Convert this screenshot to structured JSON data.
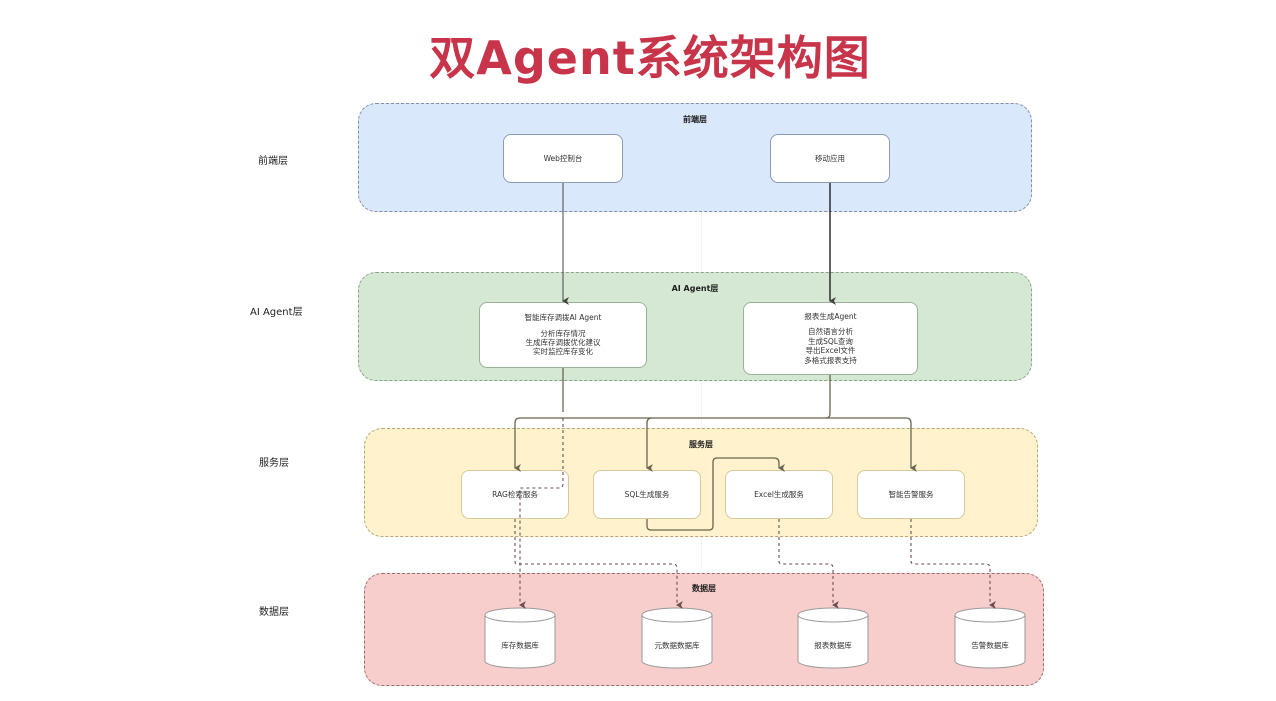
{
  "title": "双Agent系统架构图",
  "side_labels": [
    "前端层",
    "AI Agent层",
    "服务层",
    "数据层"
  ],
  "layers": {
    "frontend": {
      "title": "前端层",
      "fill": "#dae8fc",
      "stroke": "#6c8ebf",
      "nodes": [
        {
          "label": "Web控制台"
        },
        {
          "label": "移动应用"
        }
      ]
    },
    "agent": {
      "title": "AI Agent层",
      "fill": "#d5e8d4",
      "stroke": "#82b366",
      "nodes": [
        {
          "label": "智能库存调拨AI Agent",
          "details": [
            "分析库存情况",
            "生成库存调拨优化建议",
            "实时监控库存变化"
          ]
        },
        {
          "label": "报表生成Agent",
          "details": [
            "自然语言分析",
            "生成SQL查询",
            "导出Excel文件",
            "多格式报表支持"
          ]
        }
      ]
    },
    "service": {
      "title": "服务层",
      "fill": "#fff2cc",
      "stroke": "#d6b656",
      "nodes": [
        {
          "label": "RAG检索服务"
        },
        {
          "label": "SQL生成服务"
        },
        {
          "label": "Excel生成服务"
        },
        {
          "label": "智能告警服务"
        }
      ]
    },
    "data": {
      "title": "数据层",
      "fill": "#f8cecc",
      "stroke": "#b85450",
      "nodes": [
        {
          "label": "库存数据库"
        },
        {
          "label": "元数据数据库"
        },
        {
          "label": "报表数据库"
        },
        {
          "label": "告警数据库"
        }
      ]
    }
  },
  "edges": [
    {
      "from": "Web控制台",
      "to": "智能库存调拨AI Agent",
      "style": "solid"
    },
    {
      "from": "移动应用",
      "to": "报表生成Agent",
      "style": "solid"
    },
    {
      "from": "智能库存调拨AI Agent",
      "to": "RAG检索服务",
      "style": "solid"
    },
    {
      "from": "智能库存调拨AI Agent",
      "to": "智能告警服务",
      "style": "solid"
    },
    {
      "from": "报表生成Agent",
      "to": "SQL生成服务",
      "style": "solid"
    },
    {
      "from": "报表生成Agent",
      "to": "RAG检索服务",
      "style": "solid"
    },
    {
      "from": "SQL生成服务",
      "to": "Excel生成服务",
      "style": "solid"
    },
    {
      "from": "智能库存调拨AI Agent",
      "to": "库存数据库",
      "style": "dashed"
    },
    {
      "from": "RAG检索服务",
      "to": "元数据数据库",
      "style": "dashed"
    },
    {
      "from": "Excel生成服务",
      "to": "报表数据库",
      "style": "dashed"
    },
    {
      "from": "智能告警服务",
      "to": "告警数据库",
      "style": "dashed"
    }
  ]
}
